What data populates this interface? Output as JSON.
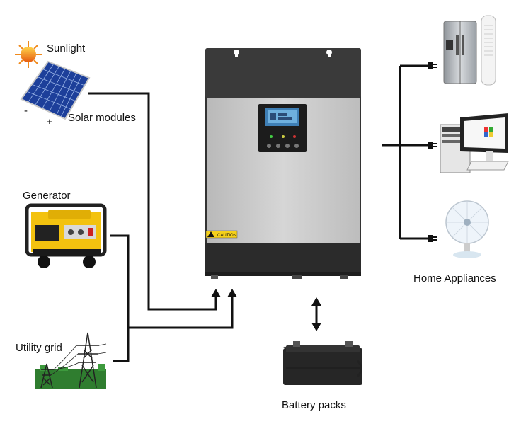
{
  "labels": {
    "sunlight": "Sunlight",
    "solar_modules": "Solar modules",
    "generator": "Generator",
    "utility_grid": "Utility grid",
    "home_appliances": "Home Appliances",
    "battery_packs": "Battery packs",
    "solar_minus": "-",
    "solar_plus": "+"
  },
  "inverter": {
    "caution_text": "CAUTION"
  },
  "colors": {
    "line": "#111111",
    "inverter_top": "#3a3a3a",
    "inverter_body": "#c8c8c8",
    "generator_yellow": "#f3c20f",
    "grass": "#2f7d2f",
    "battery": "#2a2a2a"
  }
}
